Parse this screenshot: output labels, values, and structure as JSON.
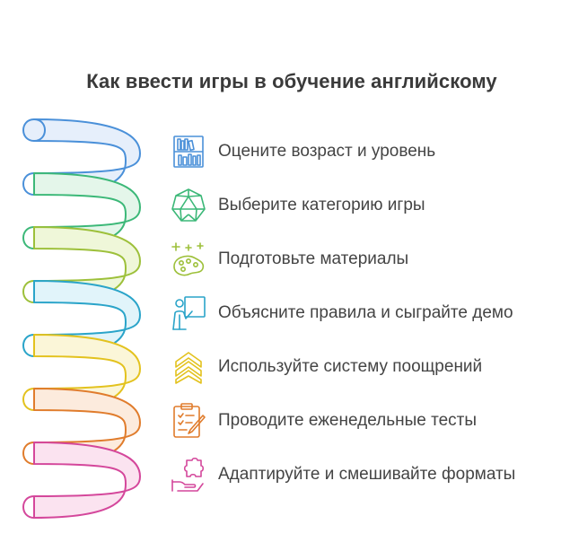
{
  "title": "Как ввести игры в обучение английскому",
  "steps": [
    {
      "label": "Оцените возраст и уровень",
      "icon": "bookshelf-icon",
      "color": "#4a90d9",
      "fill": "#e6effb"
    },
    {
      "label": "Выберите категорию игры",
      "icon": "polyhedron-icon",
      "color": "#3cb878",
      "fill": "#e4f6ea"
    },
    {
      "label": "Подготовьте материалы",
      "icon": "palette-sparkles-icon",
      "color": "#9dc03a",
      "fill": "#eff7d9"
    },
    {
      "label": "Объясните правила и сыграйте демо",
      "icon": "teacher-board-icon",
      "color": "#2aa4c9",
      "fill": "#e1f4fa"
    },
    {
      "label": "Используйте систему поощрений",
      "icon": "rank-chevrons-icon",
      "color": "#e3c21e",
      "fill": "#fbf6d8"
    },
    {
      "label": "Проводите еженедельные тесты",
      "icon": "checklist-clipboard-icon",
      "color": "#e07c2c",
      "fill": "#fcebdd"
    },
    {
      "label": "Адаптируйте и смешивайте форматы",
      "icon": "puzzle-hand-icon",
      "color": "#d4479b",
      "fill": "#fbe3f0"
    }
  ]
}
